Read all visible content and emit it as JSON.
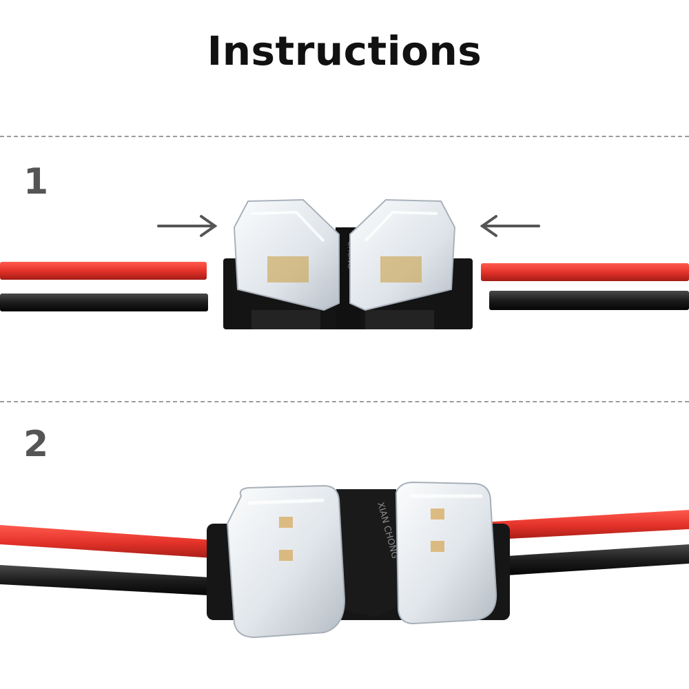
{
  "title": "Instructions",
  "steps": [
    {
      "number": "1"
    },
    {
      "number": "2"
    }
  ],
  "colors": {
    "red_wire": "#e5332a",
    "black_wire": "#1c1c1c",
    "connector_clear": "#e9edf1",
    "connector_base": "#141414",
    "arrow": "#555555",
    "divider": "#9a9a9a"
  },
  "icons": {
    "push_arrow_left": "arrow-right-icon",
    "push_arrow_right": "arrow-left-icon"
  },
  "connector_text": {
    "step1": "CHCNG",
    "step2": "XIAN CHONG"
  }
}
